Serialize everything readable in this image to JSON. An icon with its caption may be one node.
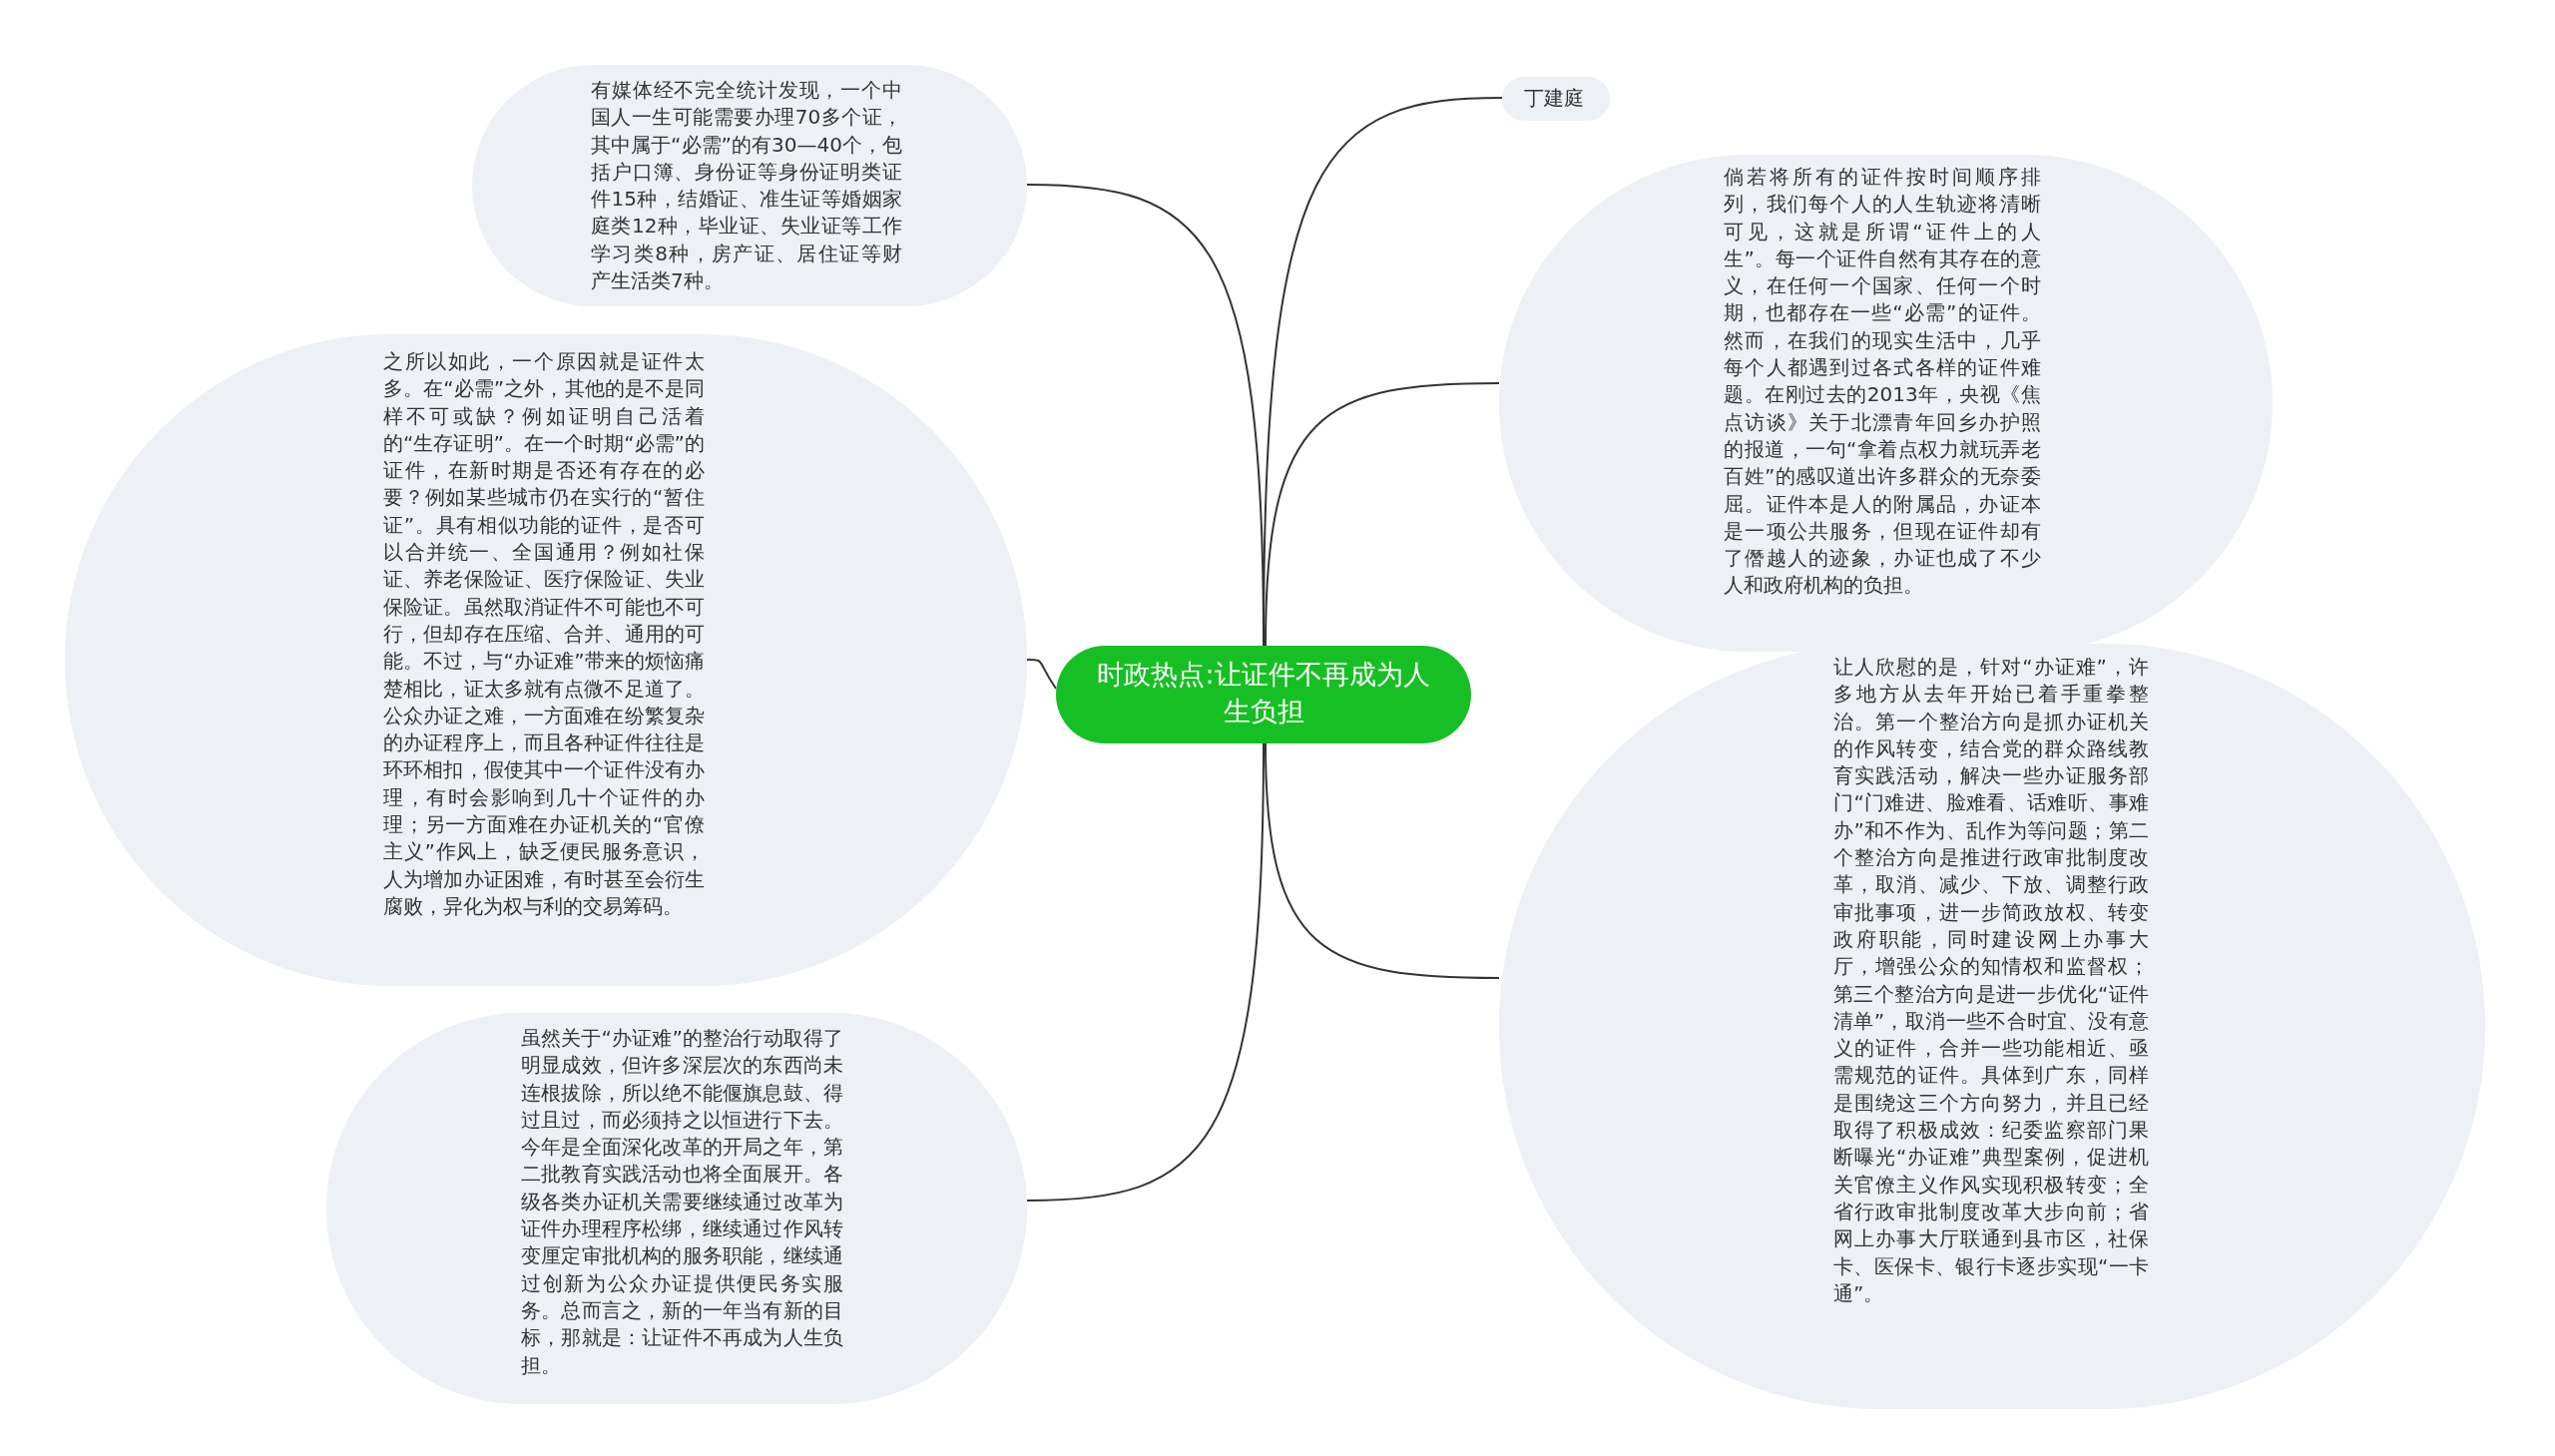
{
  "diagram": {
    "nodes": [
      {
        "text": [
          "时政热点:让证件不再成为人生负担"
        ]
      },
      {
        "text": [
          "丁建庭"
        ]
      },
      {
        "text": [
          "倘若将所有的证件按时间顺序排列，我们每个人的人生轨迹将清晰可见，这就是所谓“证件上的人生”。每一个证件自然有其存在的意义，在任何一个国家、任何一个时期，也都存在一些“必需”的证件。然而，在我们的现实生活中，几乎每个人都遇到过各式各样的证件难题。在刚过去的2013年，央视《焦点访谈》关于北漂青年回乡办护照的报道，一句“拿着点权力就玩弄老百姓”的感叹道出许多群众的无奈委屈。证件本是人的附属品，办证本是一项公共服务，但现在证件却有了僭越人的迹象，办证也成了不少人和政府机构的负担。"
        ]
      },
      {
        "text": [
          "让人欣慰的是，针对“办证难”，许多地方从去年开始已着手重拳整治。第一个整治方向是抓办证机关的作风转变，结合党的群众路线教育实践活动，解决一些办证服务部门“门难进、脸难看、话难听、事难办”和不作为、乱作为等问题；第二个整治方向是推进行政审批制度改革，取消、减少、下放、调整行政审批事项，进一步简政放权、转变政府职能，同时建设网上办事大厅，增强公众的知情权和监督权；第三个整治方向是进一步优化“证件清单”，取消一些不合时宜、没有意义的证件，合并一些功能相近、亟需规范的证件。具体到广东，同样是围绕这三个方向努力，并且已经取得了积极成效：纪委监察部门果断曝光“办证难”典型案例，促进机关官僚主义作风实现积极转变；全省行政审批制度改革大步向前；省网上办事大厅联通到县市区，社保卡、医保卡、银行卡逐步实现“一卡通”。"
        ]
      },
      {
        "text": [
          "有媒体经不完全统计发现，一个中国人一生可能需要办理70多个证，其中属于“必需”的有30—40个，包括户口簿、身份证等身份证明类证件15种，结婚证、准生证等婚姻家庭类12种，毕业证、失业证等工作学习类8种，房产证、居住证等财产生活类7种。"
        ]
      },
      {
        "text": [
          "之所以如此，一个原因就是证件太多。在“必需”之外，其他的是不是同样不可或缺？例如证明自己活着的“生存证明”。在一个时期“必需”的证件，在新时期是否还有存在的必要？例如某些城市仍在实行的“暂住证”。具有相似功能的证件，是否可以合并统一、全国通用？例如社保证、养老保险证、医疗保险证、失业保险证。虽然取消证件不可能也不可行，但却存在压缩、合并、通用的可能。不过，与“办证难”带来的烦恼痛楚相比，证太多就有点微不足道了。公众办证之难，一方面难在纷繁复杂的办证程序上，而且各种证件往往是环环相扣，假使其中一个证件没有办理，有时会影响到几十个证件的办理；另一方面难在办证机关的“官僚主义”作风上，缺乏便民服务意识，人为增加办证困难，有时甚至会衍生腐败，异化为权与利的交易筹码。"
        ]
      },
      {
        "text": [
          "虽然关于“办证难”的整治行动取得了明显成效，但许多深层次的东西尚未连根拔除，所以绝不能偃旗息鼓、得过且过，而必须持之以恒进行下去。今年是全面深化改革的开局之年，第二批教育实践活动也将全面展开。各级各类办证机关需要继续通过改革为证件办理程序松绑，继续通过作风转变厘定审批机构的服务职能，继续通过创新为公众办证提供便民务实服务。总而言之，新的一年当有新的目标，那就是：让证件不再成为人生负担。"
        ]
      }
    ],
    "edges": [
      {
        "from": 0,
        "to": 1,
        "arrow": "none"
      },
      {
        "from": 0,
        "to": 2,
        "arrow": "none"
      },
      {
        "from": 0,
        "to": 3,
        "arrow": "none"
      },
      {
        "from": 0,
        "to": 4,
        "arrow": "none"
      },
      {
        "from": 0,
        "to": 5,
        "arrow": "none"
      },
      {
        "from": 0,
        "to": 6,
        "arrow": "none"
      }
    ]
  }
}
